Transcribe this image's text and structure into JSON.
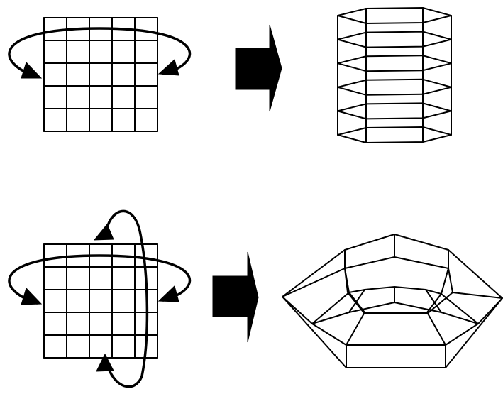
{
  "diagram": {
    "kind": "grid-to-surface-folding",
    "colors": {
      "stroke": "#000000",
      "background": "#ffffff"
    },
    "rows": [
      {
        "name": "cylinder-row",
        "grid": {
          "rows": 5,
          "cols": 5
        },
        "wrap_arrows": [
          "horizontal"
        ],
        "result_shape": "hexagonal-prism-cylinder",
        "result_levels": 6
      },
      {
        "name": "torus-row",
        "grid": {
          "rows": 5,
          "cols": 5
        },
        "wrap_arrows": [
          "horizontal",
          "vertical"
        ],
        "result_shape": "hexagonal-torus-wireframe"
      }
    ]
  }
}
